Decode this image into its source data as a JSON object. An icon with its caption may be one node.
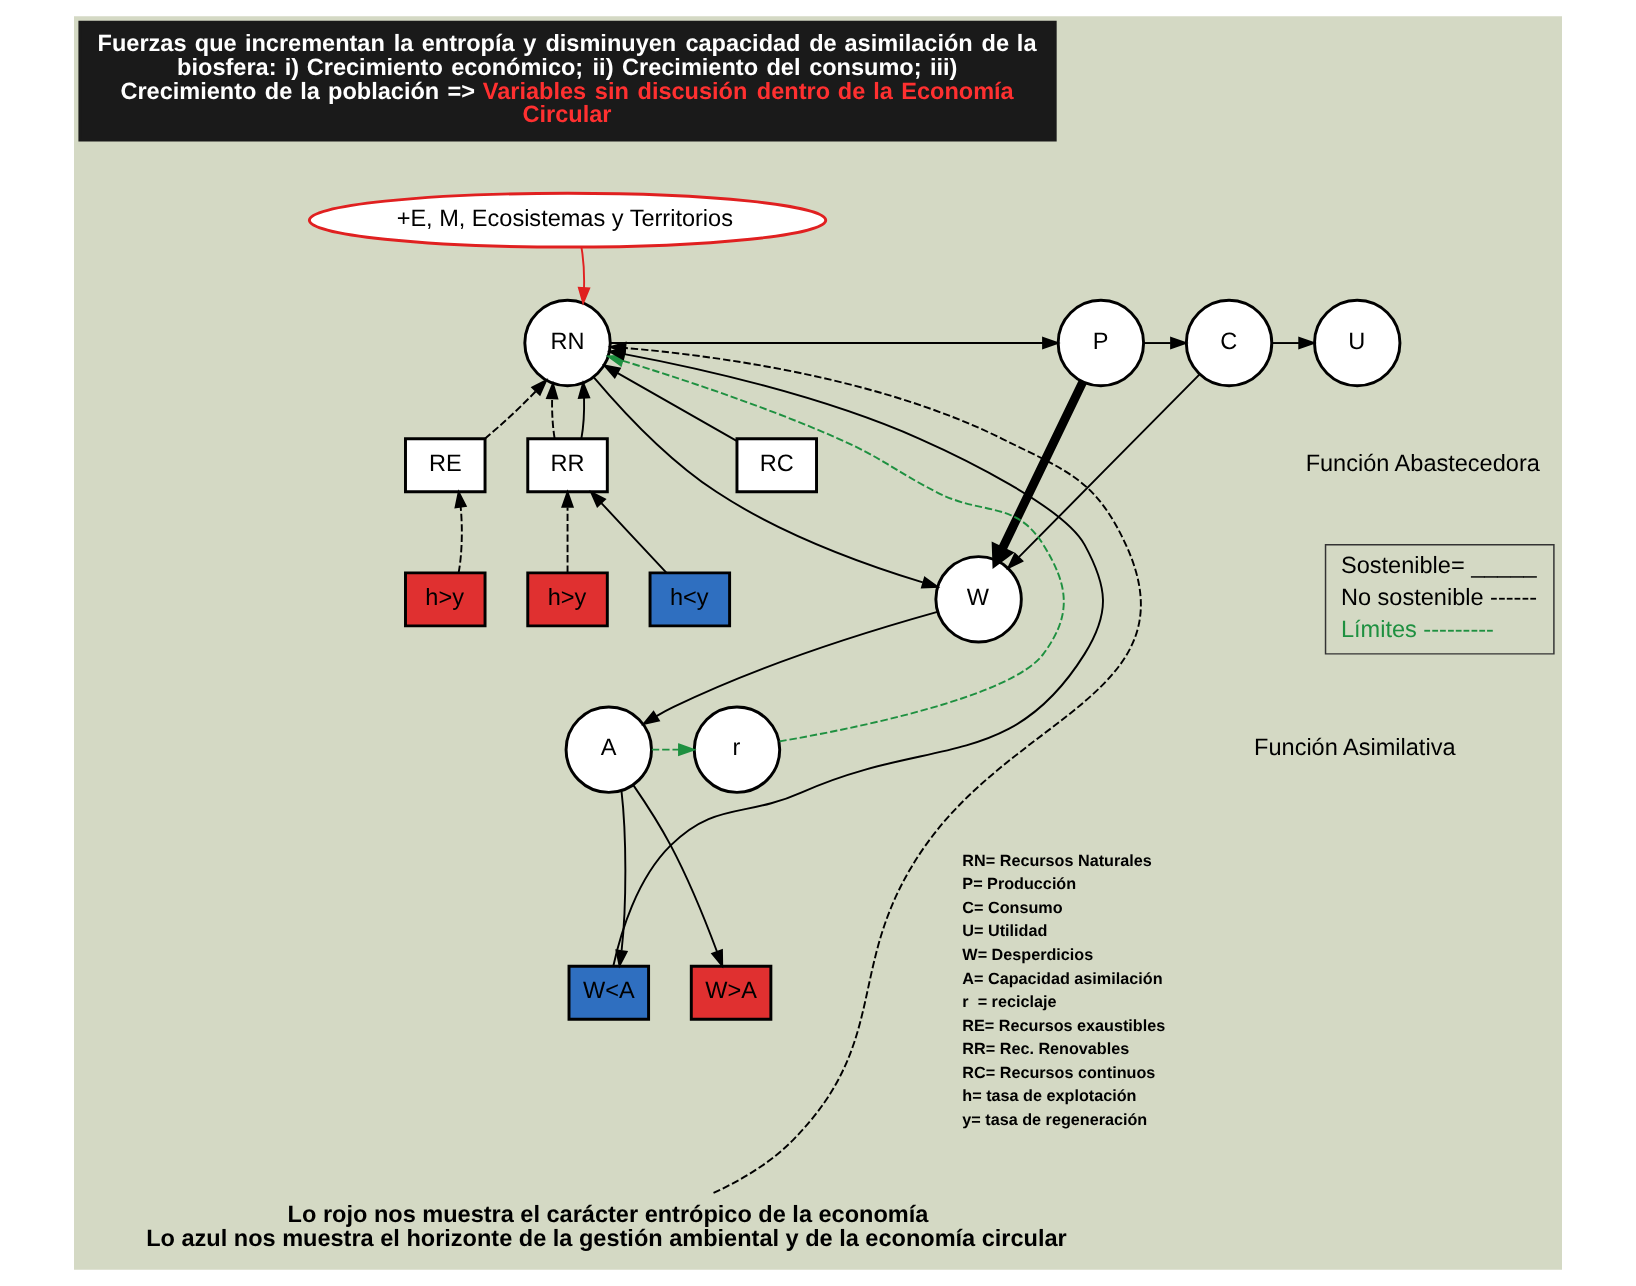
{
  "diagram": {
    "nodes": [
      {
        "text": [
          "Fuerzas que incrementan la entropía y disminuyen capacidad de asimilación de la biosfera: i) Crecimiento económico; ii) Crecimiento del consumo; iii) Crecimiento de la población =>",
          "Variables sin discusión dentro de la Economía Circular"
        ]
      },
      {
        "text": [
          "+E, M, Ecosistemas y Territorios"
        ]
      },
      {
        "text": [
          "RN"
        ]
      },
      {
        "text": [
          "P"
        ]
      },
      {
        "text": [
          "C"
        ]
      },
      {
        "text": [
          "U"
        ]
      },
      {
        "text": [
          "RE"
        ]
      },
      {
        "text": [
          "RR"
        ]
      },
      {
        "text": [
          "RC"
        ]
      },
      {
        "text": [
          "h>y"
        ]
      },
      {
        "text": [
          "h>y"
        ]
      },
      {
        "text": [
          "h<y"
        ]
      },
      {
        "text": [
          "W"
        ]
      },
      {
        "text": [
          "A"
        ]
      },
      {
        "text": [
          "r"
        ]
      },
      {
        "text": [
          "W<A"
        ]
      },
      {
        "text": [
          "W>A"
        ]
      },
      {
        "text": [
          "Lo rojo nos muestra el carácter entrópico de la economía",
          "Lo azul nos muestra el horizonte de la gestión ambiental y de la economía circular"
        ]
      }
    ],
    "edges": [
      {
        "from": 1,
        "to": 2,
        "arrow": "to",
        "color": "#e02020"
      },
      {
        "from": 2,
        "to": 3,
        "arrow": "to"
      },
      {
        "from": 3,
        "to": 4,
        "arrow": "to"
      },
      {
        "from": 4,
        "to": 5,
        "arrow": "to"
      },
      {
        "from": 6,
        "to": 2,
        "arrow": "to",
        "style": "dashed"
      },
      {
        "from": 7,
        "to": 2,
        "arrow": "to",
        "style": "dashed"
      },
      {
        "from": 7,
        "to": 2,
        "arrow": "to"
      },
      {
        "from": 8,
        "to": 2,
        "arrow": "to"
      },
      {
        "from": 9,
        "to": 6,
        "arrow": "to",
        "style": "dashed"
      },
      {
        "from": 10,
        "to": 7,
        "arrow": "to",
        "style": "dashed"
      },
      {
        "from": 11,
        "to": 7,
        "arrow": "to"
      },
      {
        "from": 3,
        "to": 12,
        "arrow": "to",
        "style": "thick"
      },
      {
        "from": 4,
        "to": 12,
        "arrow": "to"
      },
      {
        "from": 2,
        "to": 12,
        "arrow": "to"
      },
      {
        "from": 12,
        "to": 13,
        "arrow": "to"
      },
      {
        "from": 13,
        "to": 14,
        "arrow": "to",
        "style": "dashed",
        "color": "#1e9040"
      },
      {
        "from": 14,
        "to": 2,
        "arrow": "to",
        "style": "dashed",
        "color": "#1e9040"
      },
      {
        "from": 13,
        "to": 15,
        "arrow": "to"
      },
      {
        "from": 13,
        "to": 16,
        "arrow": "to"
      },
      {
        "from": 15,
        "to": 2,
        "arrow": "to"
      },
      {
        "from": 17,
        "to": 2,
        "arrow": "to",
        "style": "dashed"
      }
    ],
    "labels": [
      "Función Abastecedora",
      "Función Asimilativa",
      "RN= Recursos Naturales",
      "P= Producción",
      "C= Consumo",
      "U= Utilidad",
      "W= Desperdicios",
      "A= Capacidad asimilación",
      "r  = reciclaje",
      "RE= Recursos exaustibles",
      "RR= Rec. Renovables",
      "RC= Recursos continuos",
      "h= tasa de explotación",
      "y= tasa de regeneración"
    ],
    "legend": [
      {
        "text": "Sostenible= _____"
      },
      {
        "text": "No sostenible ------"
      },
      {
        "text": "Límites ---------",
        "color": "#1e9040"
      }
    ]
  }
}
